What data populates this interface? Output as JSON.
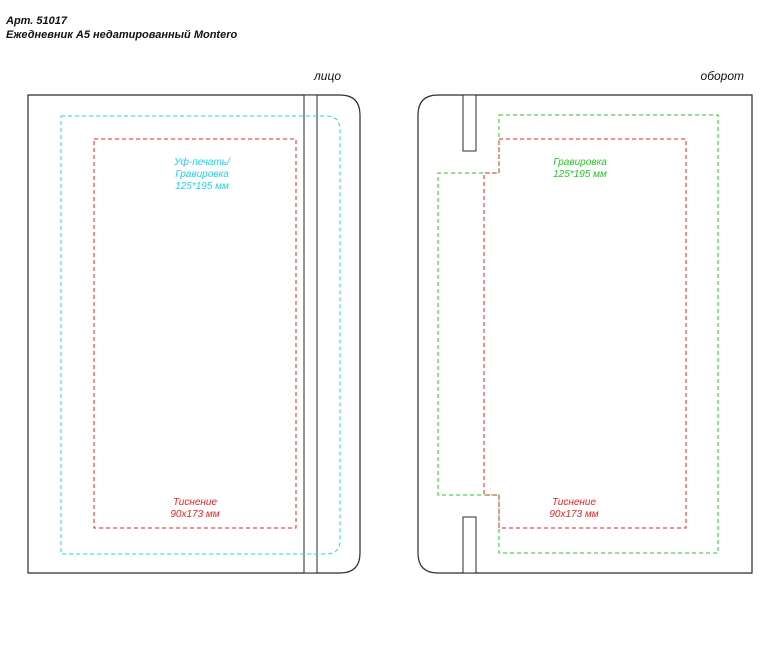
{
  "header": {
    "article": "Арт. 51017",
    "product": "Ежедневник А5 недатированный Montero"
  },
  "front": {
    "label": "лицо",
    "uv_label_1": "Уф-печать/",
    "uv_label_2": "Гравировка",
    "uv_size": "125*195 мм",
    "emboss_label": "Тиснение",
    "emboss_size": "90x173 мм"
  },
  "back": {
    "label": "оборот",
    "engrave_label": "Гравировка",
    "engrave_size": "125*195 мм",
    "emboss_label": "Тиснение",
    "emboss_size": "90x173 мм"
  },
  "colors": {
    "outline": "#2a2a2a",
    "uv_zone": "#22d3ee",
    "emboss_zone": "#ee2222",
    "engrave_zone": "#22cc22"
  }
}
